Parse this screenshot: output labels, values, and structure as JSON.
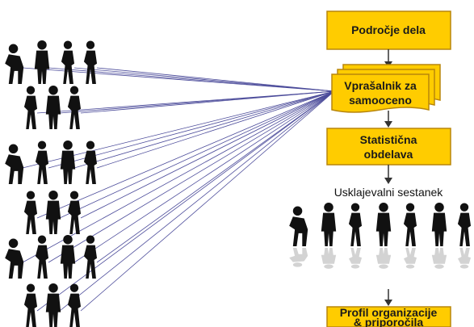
{
  "colors": {
    "box_fill": "#FFCC00",
    "box_stroke": "#B8860B",
    "line": "#4B4B9A",
    "arrow": "#333333",
    "figure": "#111111"
  },
  "icons": {
    "person": "person-silhouette-icon",
    "document": "document-stack-icon"
  },
  "steps": [
    {
      "lines": [
        "Področje dela"
      ]
    },
    {
      "lines": [
        "Vprašalnik za",
        "samoocenо"
      ]
    },
    {
      "lines": [
        "Statistična",
        "obdelava"
      ]
    },
    {
      "lines": [
        "Profil organizacije",
        "& priporočila"
      ]
    }
  ],
  "meeting": {
    "label": "Usklajevalni sestanek"
  }
}
